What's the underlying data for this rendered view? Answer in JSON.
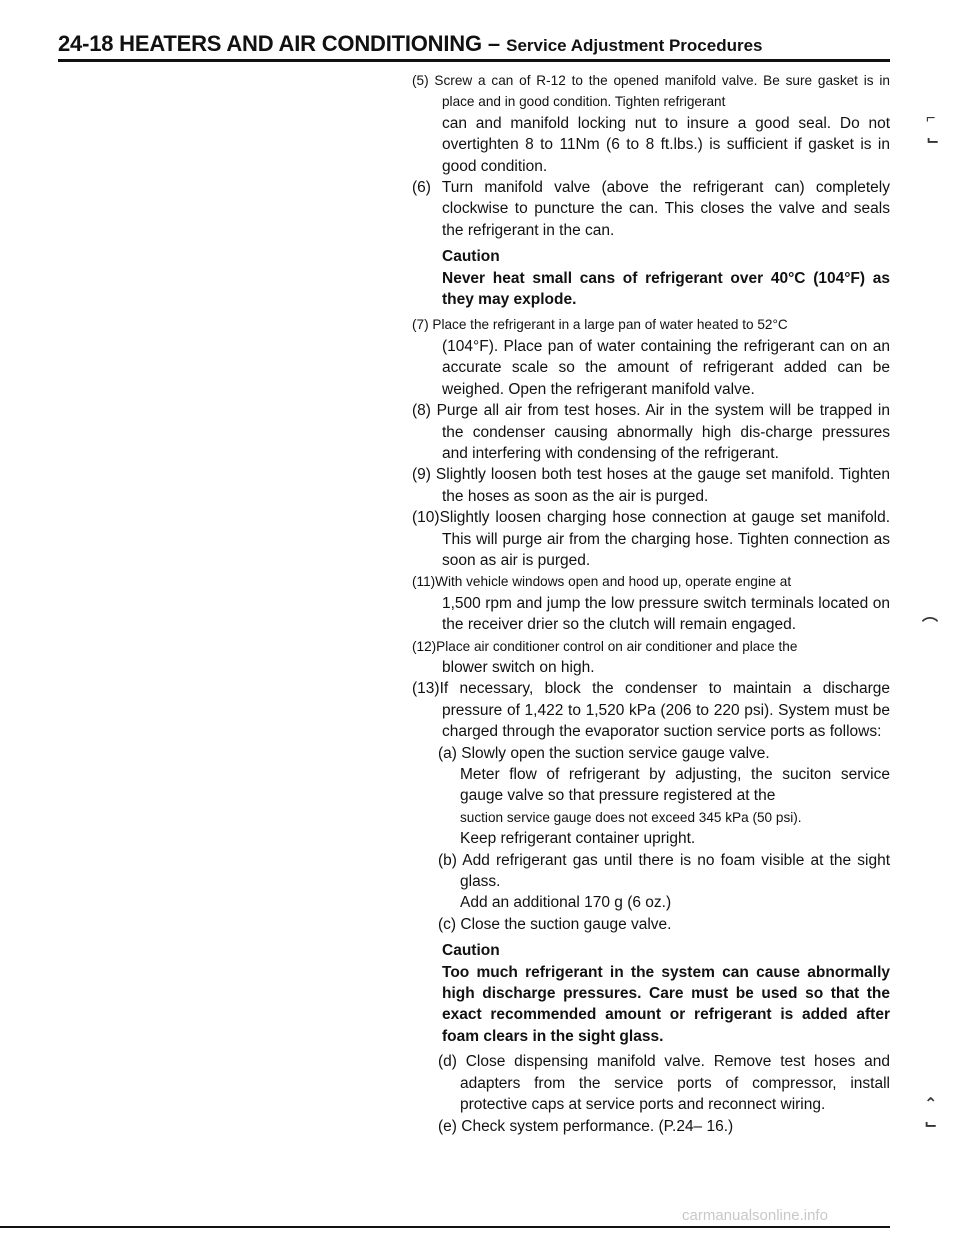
{
  "header": {
    "title": "24-18 HEATERS AND AIR CONDITIONING",
    "dash": "–",
    "subtitle": "Service Adjustment Procedures"
  },
  "steps": {
    "s5a": "(5) Screw a can of R-12 to the opened manifold valve. Be sure gasket is in place and in good condition. Tighten refrigerant",
    "s5b": "can and manifold locking nut to insure a good seal. Do not overtighten 8 to 11Nm (6 to 8 ft.lbs.) is sufficient if gasket is in good condition.",
    "s6": "(6) Turn manifold valve (above the refrigerant can) completely clockwise to puncture the can. This closes the valve and seals the refrigerant in the can.",
    "caution1_title": "Caution",
    "caution1_text": "Never heat small cans of refrigerant over 40°C (104°F) as they may explode.",
    "s7a": "(7) Place the refrigerant in a large pan of water heated to 52°C",
    "s7b": "(104°F). Place pan of water containing the refrigerant can on an accurate scale so the amount of refrigerant added can be weighed. Open the refrigerant manifold valve.",
    "s8": "(8) Purge all air from test hoses. Air in the system will be trapped in the condenser causing abnormally high dis-charge pressures and interfering with condensing of the refrigerant.",
    "s9": "(9) Slightly loosen both test hoses at the gauge set manifold. Tighten the hoses as soon as the air is purged.",
    "s10": "(10)Slightly loosen charging hose connection at gauge set manifold. This will purge air from the charging hose. Tighten connection as soon as air is purged.",
    "s11a": "(11)With vehicle windows open and hood up, operate engine at",
    "s11b": "1,500 rpm and jump the low pressure switch terminals located on the receiver drier so the clutch will remain engaged.",
    "s12a": "(12)Place air conditioner control on air conditioner and place the",
    "s12b": "blower switch on high.",
    "s13": "(13)If necessary, block the condenser to maintain a discharge pressure of 1,422 to 1,520 kPa (206 to 220 psi). System must be charged through the evaporator suction service ports as follows:",
    "sa": "(a) Slowly open the suction service gauge valve.",
    "sa2": "Meter flow of refrigerant by adjusting, the suciton service gauge valve so that pressure registered at the",
    "sa3": "suction service gauge does not exceed 345 kPa (50 psi).",
    "sa4": "Keep refrigerant container upright.",
    "sb": "(b) Add refrigerant gas until there is no foam visible at the sight glass.",
    "sb2": "Add an additional 170 g (6 oz.)",
    "sc": "(c) Close the suction gauge valve.",
    "caution2_title": "Caution",
    "caution2_text": "Too much refrigerant in the system can cause abnormally high discharge pressures. Care must be used so that the exact recommended amount or refrigerant is added after foam clears in the sight glass.",
    "sd": "(d) Close dispensing manifold valve. Remove test hoses and adapters from the service ports of compressor, install protective caps at service ports and reconnect wiring.",
    "se": "(e) Check system performance. (P.24– 16.)"
  },
  "footer": "carmanualsonline.info"
}
